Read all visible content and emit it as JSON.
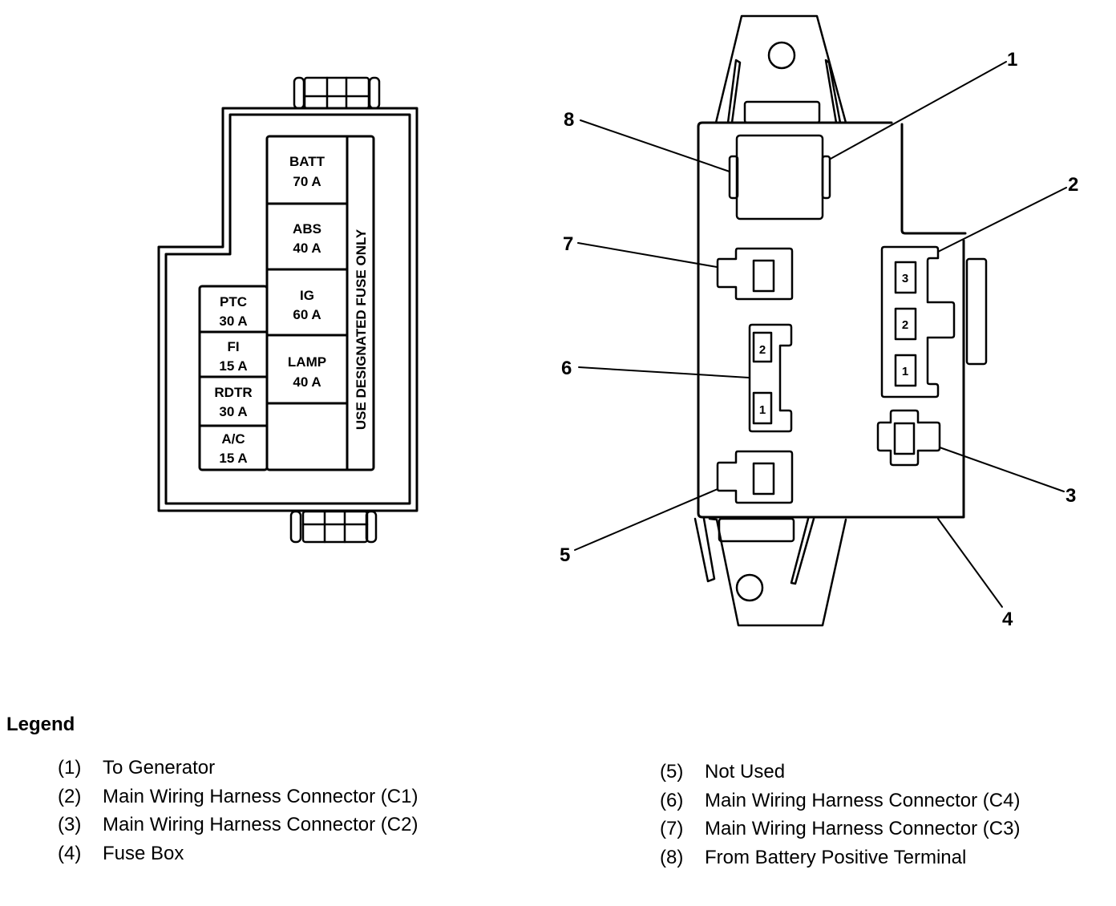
{
  "fuse_panel": {
    "side_label": "USE DESIGNATED FUSE ONLY",
    "large_fuses": [
      {
        "name": "BATT",
        "rating": "70 A"
      },
      {
        "name": "ABS",
        "rating": "40 A"
      },
      {
        "name": "IG",
        "rating": "60 A"
      },
      {
        "name": "LAMP",
        "rating": "40 A"
      },
      {
        "name": "",
        "rating": ""
      }
    ],
    "small_fuses": [
      {
        "name": "PTC",
        "rating": "30 A"
      },
      {
        "name": "FI",
        "rating": "15 A"
      },
      {
        "name": "RDTR",
        "rating": "30 A"
      },
      {
        "name": "A/C",
        "rating": "15 A"
      }
    ]
  },
  "fuse_box_back": {
    "callouts": [
      "1",
      "2",
      "3",
      "4",
      "5",
      "6",
      "7",
      "8"
    ],
    "connector_c1_pins": [
      "3",
      "2",
      "1"
    ],
    "connector_c4_pins": [
      "2",
      "1"
    ]
  },
  "legend": {
    "title": "Legend",
    "items": [
      {
        "num": "(1)",
        "text": "To Generator"
      },
      {
        "num": "(2)",
        "text": "Main Wiring Harness Connector (C1)"
      },
      {
        "num": "(3)",
        "text": "Main Wiring Harness Connector (C2)"
      },
      {
        "num": "(4)",
        "text": "Fuse Box"
      },
      {
        "num": "(5)",
        "text": "Not Used"
      },
      {
        "num": "(6)",
        "text": "Main Wiring Harness Connector (C4)"
      },
      {
        "num": "(7)",
        "text": "Main Wiring Harness Connector (C3)"
      },
      {
        "num": "(8)",
        "text": "From Battery Positive Terminal"
      }
    ]
  }
}
